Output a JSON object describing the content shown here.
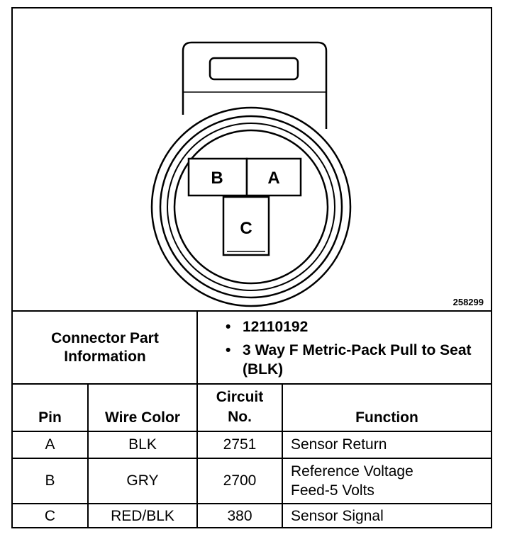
{
  "figure_number": "258299",
  "connector": {
    "pins": [
      "B",
      "A",
      "C"
    ]
  },
  "part_info": {
    "label": "Connector Part Information",
    "bullets": [
      "12110192",
      "3 Way F Metric-Pack Pull to Seat (BLK)"
    ]
  },
  "table": {
    "headers": {
      "pin": "Pin",
      "wire_color": "Wire Color",
      "circuit_line1": "Circuit",
      "circuit_line2": "No.",
      "function": "Function"
    },
    "rows": [
      {
        "pin": "A",
        "wire_color": "BLK",
        "circuit": "2751",
        "function_line1": "Sensor Return",
        "function_line2": ""
      },
      {
        "pin": "B",
        "wire_color": "GRY",
        "circuit": "2700",
        "function_line1": "Reference Voltage",
        "function_line2": "Feed-5 Volts"
      },
      {
        "pin": "C",
        "wire_color": "RED/BLK",
        "circuit": "380",
        "function_line1": "Sensor Signal",
        "function_line2": ""
      }
    ]
  }
}
